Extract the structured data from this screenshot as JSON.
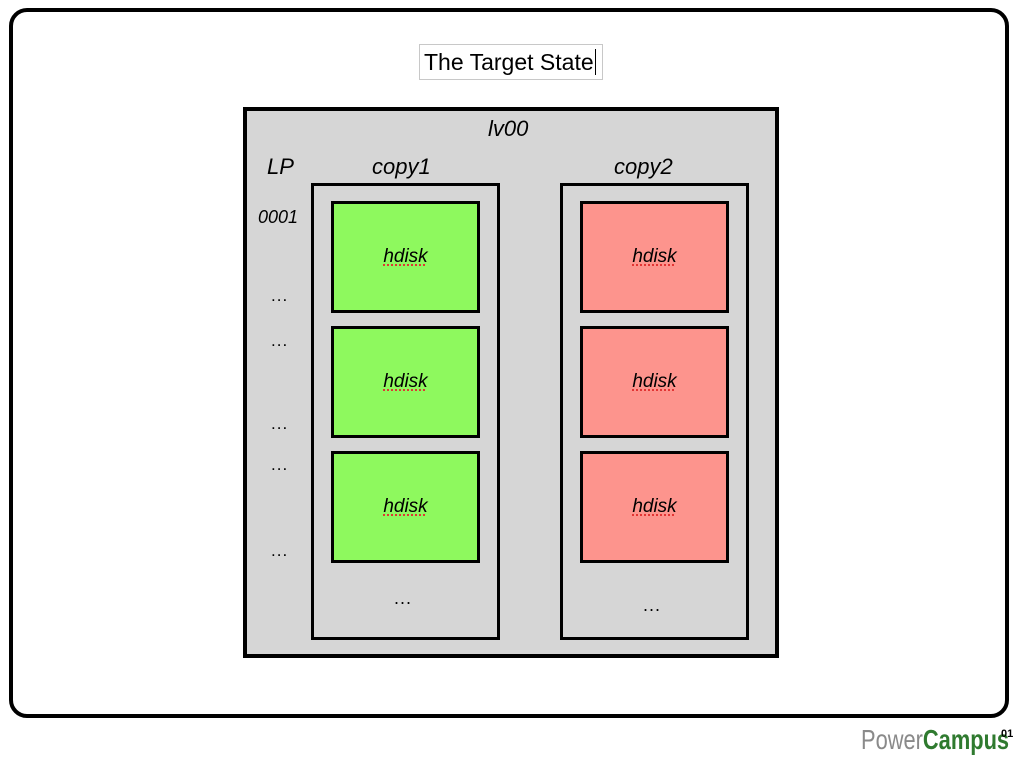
{
  "title": "The Target State",
  "lv_name": "lv00",
  "lp_header": "LP",
  "lp_first": "0001",
  "lp_ellipsis": "...",
  "copies": [
    {
      "label": "copy1",
      "color": "#8ef95e",
      "disks": [
        "hdisk",
        "hdisk",
        "hdisk"
      ],
      "more": "..."
    },
    {
      "label": "copy2",
      "color": "#fd948d",
      "disks": [
        "hdisk",
        "hdisk",
        "hdisk"
      ],
      "more": "..."
    }
  ],
  "logo": {
    "power": "Power",
    "campus": "Campus",
    "suffix": "01"
  }
}
